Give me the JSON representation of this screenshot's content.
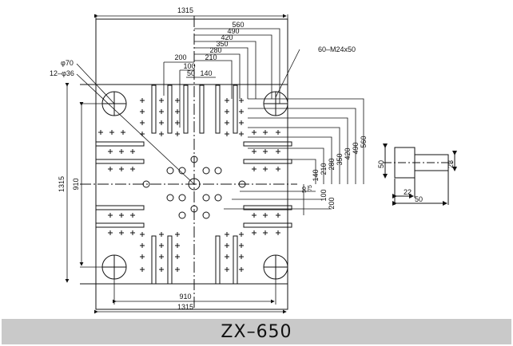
{
  "title": "ZX–650",
  "colors": {
    "line": "#111111",
    "footer_bg": "#c9c9c9",
    "background": "#ffffff"
  },
  "dims": {
    "overall_width": "1315",
    "bolt_spacing_x": "910",
    "overall_height": "1315",
    "bolt_spacing_y": "910",
    "top_stack": [
      "560",
      "490",
      "420",
      "350",
      "280",
      "210"
    ],
    "top_inner": [
      "200",
      "100",
      "50",
      "140"
    ],
    "right_stack": [
      "560",
      "490",
      "420",
      "350",
      "280",
      "210",
      "140",
      "75",
      "50",
      "100",
      "200"
    ],
    "tie_bar_hole": "φ70",
    "ejector_holes": "12–φ36",
    "tapped_holes": "60–M24x50",
    "side_view": {
      "length": "50",
      "inner": "22",
      "height": "50",
      "stem": "28"
    }
  }
}
